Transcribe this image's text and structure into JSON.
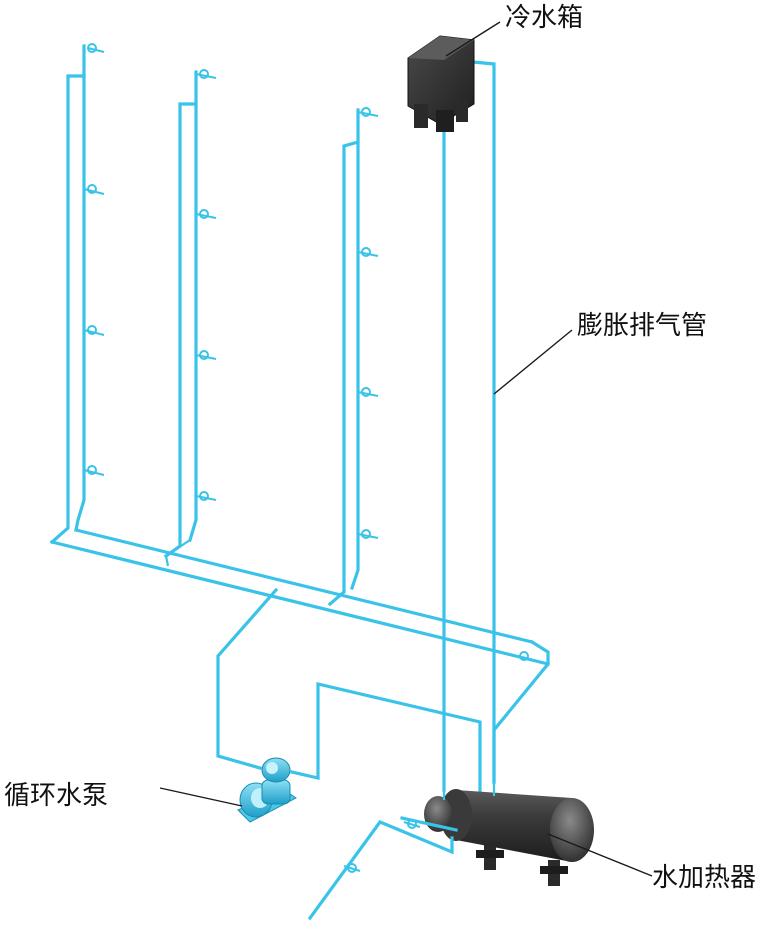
{
  "labels": {
    "cold_tank": "冷水箱",
    "expansion_vent_pipe": "膨胀排气管",
    "circulation_pump": "循环水泵",
    "water_heater": "水加热器"
  },
  "colors": {
    "pipe": "#39c3e8",
    "equipment": "#3a3a3a",
    "pump": "#3bb6dd",
    "leader": "#1a1a1a"
  }
}
